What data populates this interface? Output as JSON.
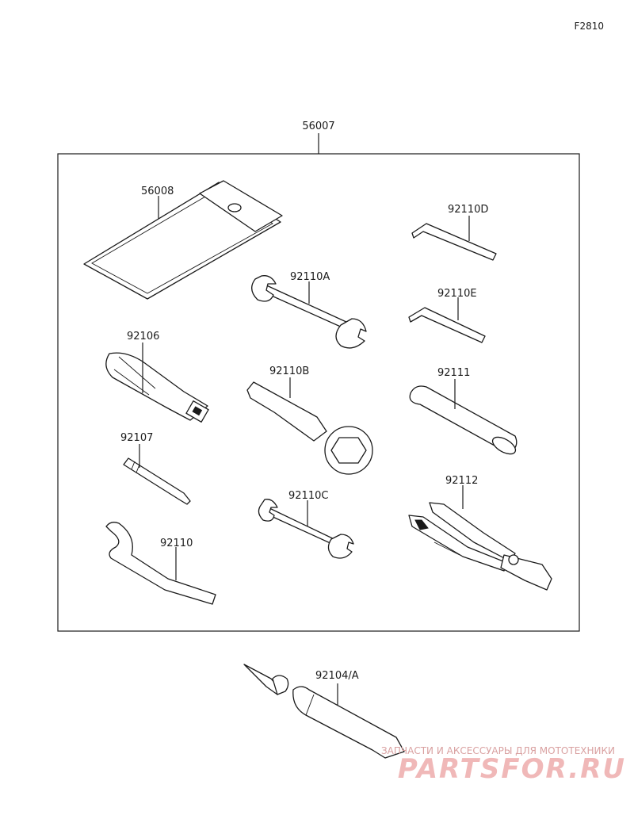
{
  "figure_id": "F2810",
  "kit": {
    "part_no": "56007"
  },
  "parts": {
    "pouch": "56008",
    "wrench_a": "92110A",
    "wrench_b": "92110B",
    "wrench_c": "92110C",
    "hex_d": "92110D",
    "hex_e": "92110E",
    "handle": "92106",
    "bit": "92107",
    "hook_spanner": "92110",
    "extension": "92111",
    "pliers": "92112",
    "repair_kit": "92104/A"
  },
  "watermark": {
    "subtitle": "ЗАПЧАСТИ И АКСЕССУАРЫ ДЛЯ МОТОТЕХНИКИ",
    "brand": "PARTSFOR.RU"
  }
}
